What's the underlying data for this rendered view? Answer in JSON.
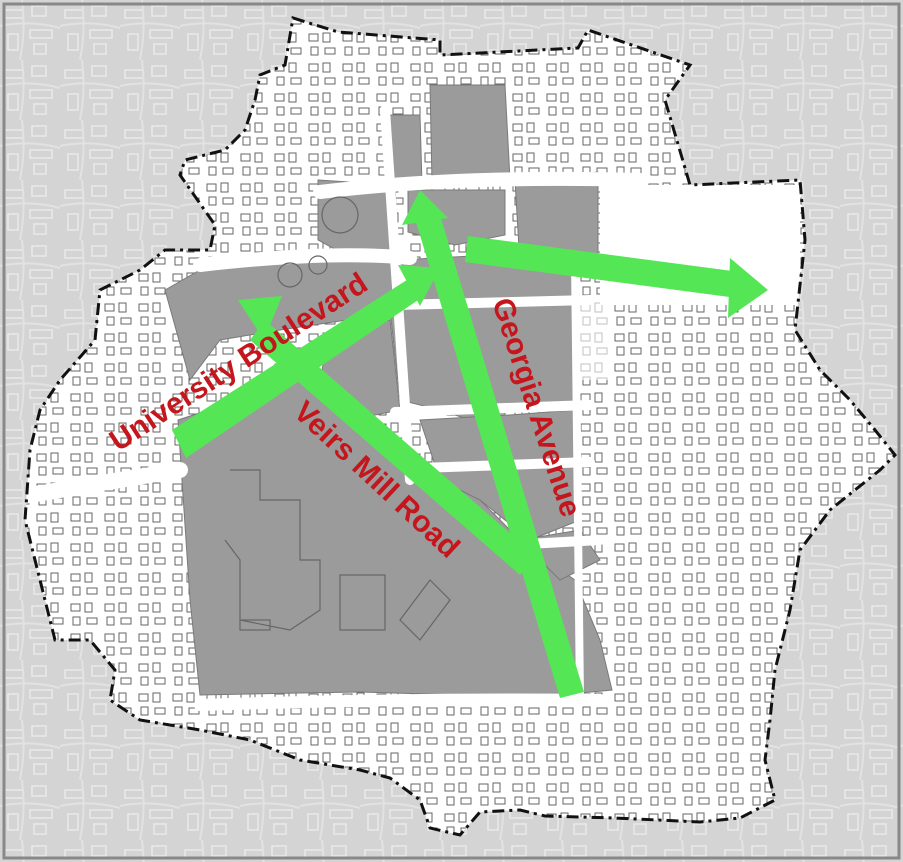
{
  "map": {
    "road_labels": {
      "university": "University Boulevard",
      "georgia": "Georgia Avenue",
      "veirs": "Veirs Mill Road"
    },
    "colors": {
      "background": "#d6d6d6",
      "study_area_fill": "#ffffff",
      "core_fill": "#9a9a9a",
      "arrow": "#55e655",
      "label": "#c4161c",
      "boundary": "#111111",
      "building_outline": "#555555"
    },
    "icons": [
      "arrow-head-icon"
    ]
  }
}
